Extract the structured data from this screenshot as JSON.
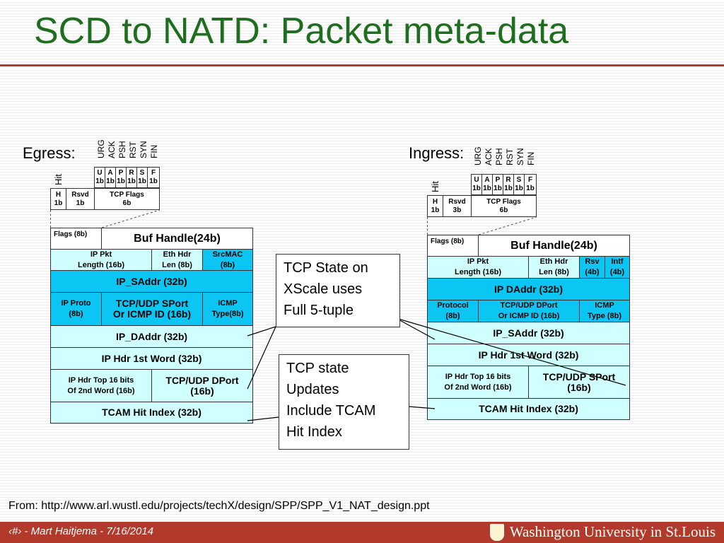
{
  "title": "SCD to NATD: Packet meta-data",
  "egress": {
    "label": "Egress:",
    "flag_names": [
      "URG",
      "ACK",
      "PSH",
      "RST",
      "SYN",
      "FIN"
    ],
    "hit": "Hit",
    "flag_bits": [
      "U\n1b",
      "A\n1b",
      "P\n1b",
      "R\n1b",
      "S\n1b",
      "F\n1b"
    ],
    "h": "H\n1b",
    "rsvd": "Rsvd\n1b",
    "tcp_flags": "TCP Flags\n6b",
    "flags8": "Flags (8b)",
    "buf": "Buf Handle(24b)",
    "ippkt": "IP Pkt\nLength (16b)",
    "ethhdr": "Eth Hdr\nLen (8b)",
    "srcmac": "SrcMAC\n(8b)",
    "ipsaddr": "IP_SAddr (32b)",
    "ipproto": "IP Proto\n(8b)",
    "tcpsport": "TCP/UDP SPort\nOr ICMP ID (16b)",
    "icmptype": "ICMP\nType(8b)",
    "ipdaddr": "IP_DAddr (32b)",
    "iphdr1": "IP Hdr 1st Word (32b)",
    "iphdrtop": "IP Hdr Top 16 bits\nOf 2nd Word (16b)",
    "tcpdport": "TCP/UDP DPort\n(16b)",
    "tcam": "TCAM Hit Index (32b)"
  },
  "ingress": {
    "label": "Ingress:",
    "flag_names": [
      "URG",
      "ACK",
      "PSH",
      "RST",
      "SYN",
      "FIN"
    ],
    "hit": "Hit",
    "flag_bits": [
      "U\n1b",
      "A\n1b",
      "P\n1b",
      "R\n1b",
      "S\n1b",
      "F\n1b"
    ],
    "h": "H\n1b",
    "rsvd": "Rsvd\n3b",
    "tcp_flags": "TCP Flags\n6b",
    "flags8": "Flags (8b)",
    "buf": "Buf Handle(24b)",
    "ippkt": "IP Pkt\nLength (16b)",
    "ethhdr": "Eth Hdr\nLen (8b)",
    "rsv": "Rsv\n(4b)",
    "intf": "Intf\n(4b)",
    "ipdaddr": "IP DAddr (32b)",
    "protocol": "Protocol\n(8b)",
    "tcpdport": "TCP/UDP DPort\nOr ICMP ID (16b)",
    "icmptype": "ICMP\nType (8b)",
    "ipsaddr": "IP_SAddr (32b)",
    "iphdr1": "IP Hdr 1st Word (32b)",
    "iphdrtop": "IP Hdr Top 16 bits\nOf 2nd Word (16b)",
    "tcpsport": "TCP/UDP SPort\n(16b)",
    "tcam": "TCAM Hit Index (32b)"
  },
  "notes": {
    "tcp_state": "TCP State on\nXScale uses\nFull 5-tuple",
    "tcp_updates": "TCP state\nUpdates\nInclude TCAM\nHit Index"
  },
  "source": "From: http://www.arl.wustl.edu/projects/techX/design/SPP/SPP_V1_NAT_design.ppt",
  "footer": {
    "text": "‹#› - Mart Haitjema - 7/16/2014",
    "brand": "Washington University in St.Louis"
  }
}
